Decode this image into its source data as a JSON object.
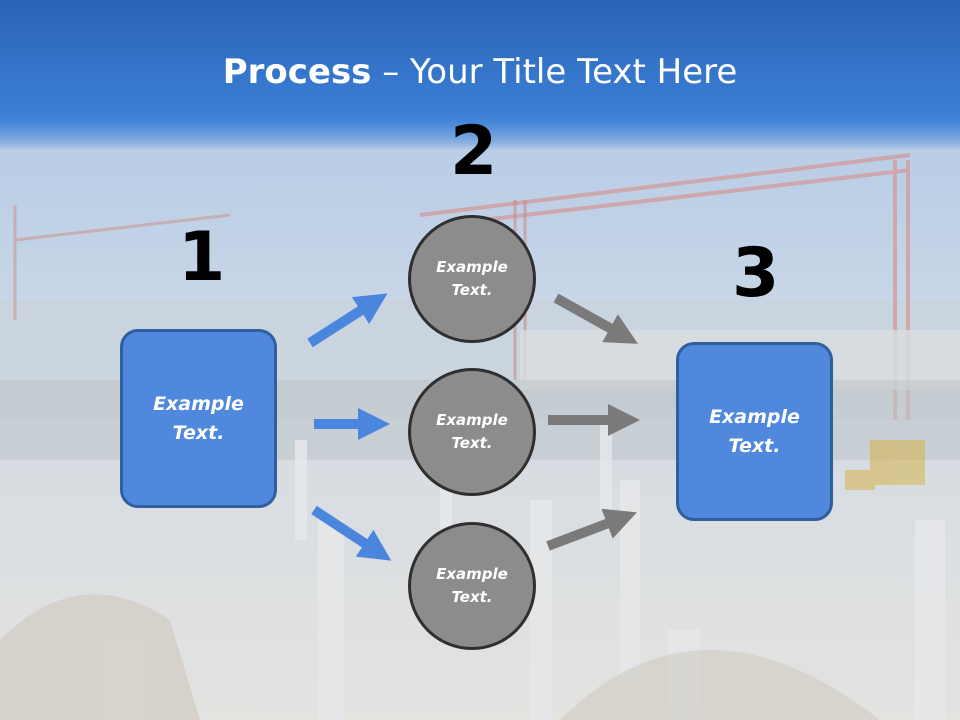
{
  "title": {
    "bold": "Process",
    "rest": " – Your Title Text Here"
  },
  "steps": [
    {
      "number": "1",
      "text_line1": "Example",
      "text_line2": "Text."
    },
    {
      "number": "2",
      "text_line1": "Example",
      "text_line2": "Text."
    },
    {
      "number": "3",
      "text_line1": "Example",
      "text_line2": "Text."
    }
  ],
  "circles": [
    {
      "text_line1": "Example",
      "text_line2": "Text."
    },
    {
      "text_line1": "Example",
      "text_line2": "Text."
    },
    {
      "text_line1": "Example",
      "text_line2": "Text."
    }
  ],
  "colors": {
    "header": "#3b7fd6",
    "box": "#4f88dc",
    "blue_arrow": "#4a86de",
    "gray_arrow": "#7a7a7a",
    "circle": "#8c8c8c"
  }
}
